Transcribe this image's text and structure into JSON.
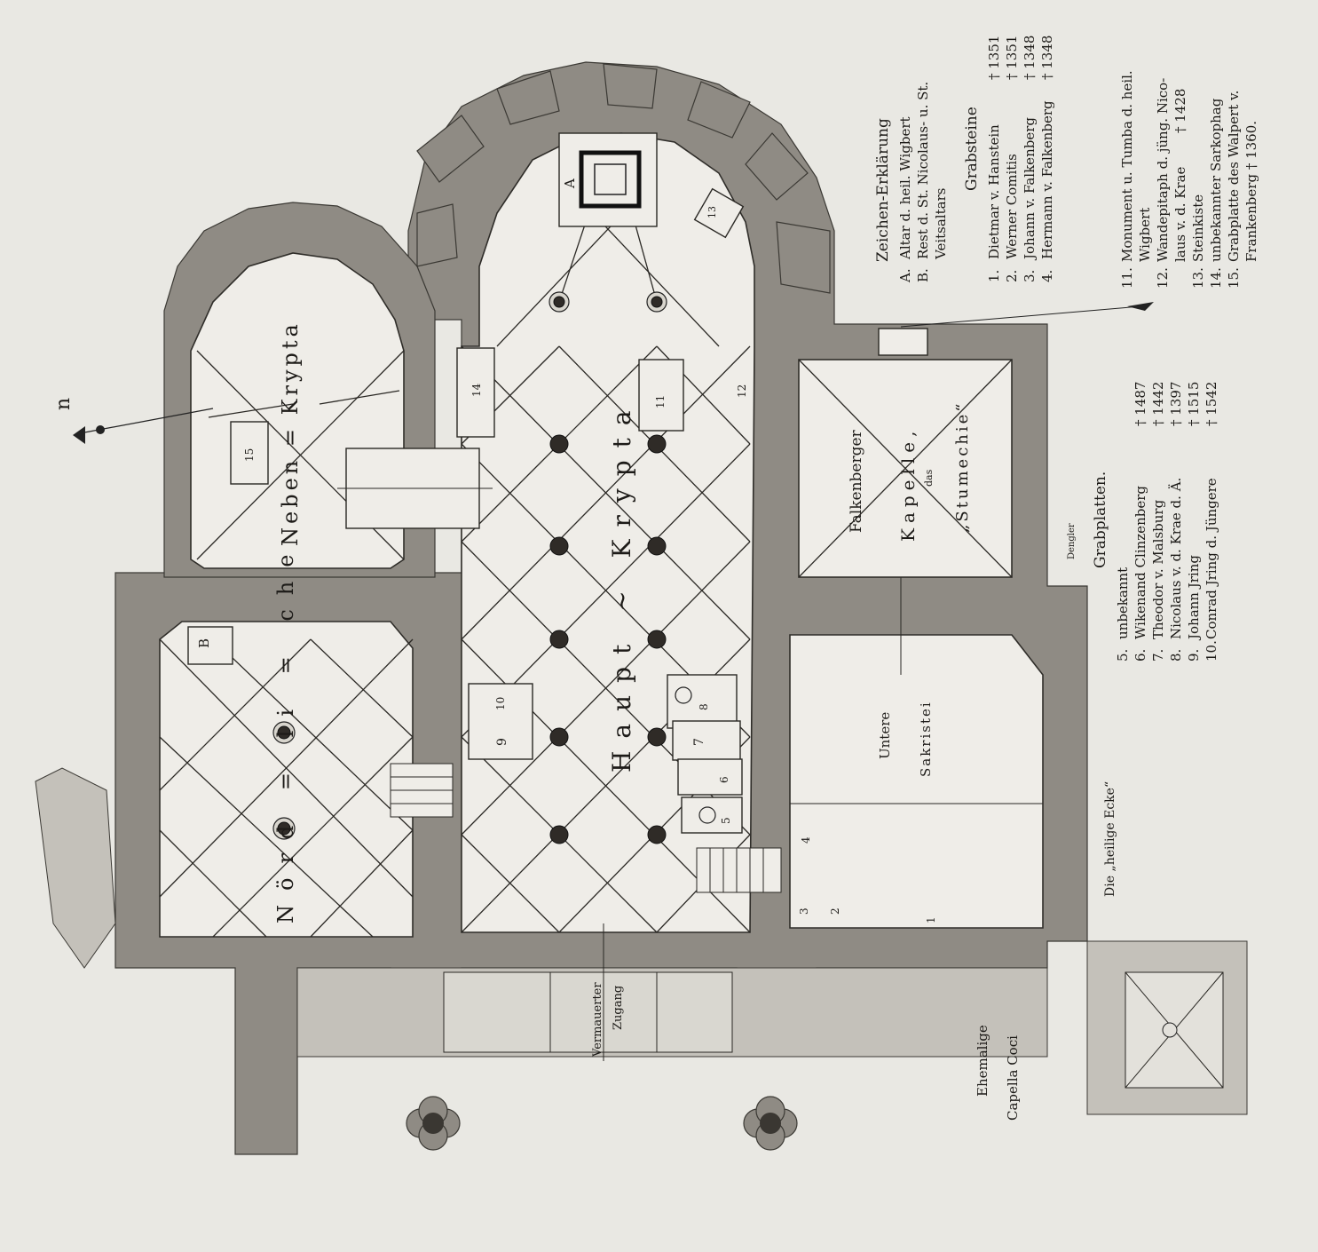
{
  "rooms": {
    "haupt_krypta": "Haupt ~ Krypta",
    "neben_krypta": "Neben = Krypta",
    "noerdliche": "Nörd = li = che",
    "falkenberger_1": "Falkenberger",
    "falkenberger_2": "Kapelle,",
    "falkenberger_3": "das",
    "falkenberger_4": "„Stumechie“",
    "sakristei_1": "Untere",
    "sakristei_2": "Sakristei",
    "zugang_1": "Vermauerter",
    "zugang_2": "Zugang",
    "capella_1": "Ehemalige",
    "capella_2": "Capella Coci",
    "ecke": "Die „heilige Ecke“",
    "north": "n"
  },
  "markers": {
    "A": "A",
    "B": "B",
    "n1": "1",
    "n2": "2",
    "n3": "3",
    "n4": "4",
    "n5": "5",
    "n6": "6",
    "n7": "7",
    "n8": "8",
    "n9": "9",
    "n10": "10",
    "n11": "11",
    "n12": "12",
    "n13": "13",
    "n14": "14",
    "n15": "15"
  },
  "legend": {
    "title": "Zeichen-Erklärung",
    "a_key": "A.",
    "a_text": "Altar d. heil. Wigbert",
    "b_key": "B.",
    "b_text": "Rest d. St. Nicolaus- u. St.",
    "b_text2": "Veitsaltars",
    "grabsteine": "Grabsteine",
    "g1_key": "1.",
    "g1_name": "Dietmar v. Hanstein",
    "g1_year": "† 1351",
    "g2_key": "2.",
    "g2_name": "Werner Comitis",
    "g2_year": "† 1351",
    "g3_key": "3.",
    "g3_name": "Johann v. Falkenberg",
    "g3_year": "† 1348",
    "g4_key": "4.",
    "g4_name": "Hermann v. Falkenberg",
    "g4_year": "† 1348",
    "i11_key": "11.",
    "i11_text": "Monument u. Tumba d. heil.",
    "i11_text2": "Wigbert",
    "i12_key": "12.",
    "i12_text": "Wandepitaph d. jüng. Nico-",
    "i12_text2": "laus v. d. Krae",
    "i12_year": "† 1428",
    "i13_key": "13.",
    "i13_text": "Steinkiste",
    "i14_key": "14.",
    "i14_text": "unbekannter Sarkophag",
    "i15_key": "15.",
    "i15_text": "Grabplatte des Walpert v.",
    "i15_text2": "Frankenberg † 1360.",
    "grabplatten": "Grabplatten.",
    "p5_key": "5.",
    "p5_name": "unbekannt",
    "p6_key": "6.",
    "p6_name": "Wikenand Clinzenberg",
    "p6_year": "† 1487",
    "p7_key": "7.",
    "p7_name": "Theodor v. Malsburg",
    "p7_year": "† 1442",
    "p8_key": "8.",
    "p8_name": "Nicolaus v. d. Krae d. Ä.",
    "p8_year": "† 1397",
    "p9_key": "9.",
    "p9_name": "Johann Jring",
    "p9_year": "† 1515",
    "p10_key": "10.",
    "p10_name": "Conrad Jring d. Jüngere",
    "p10_year": "† 1542",
    "signature": "Dengler"
  }
}
